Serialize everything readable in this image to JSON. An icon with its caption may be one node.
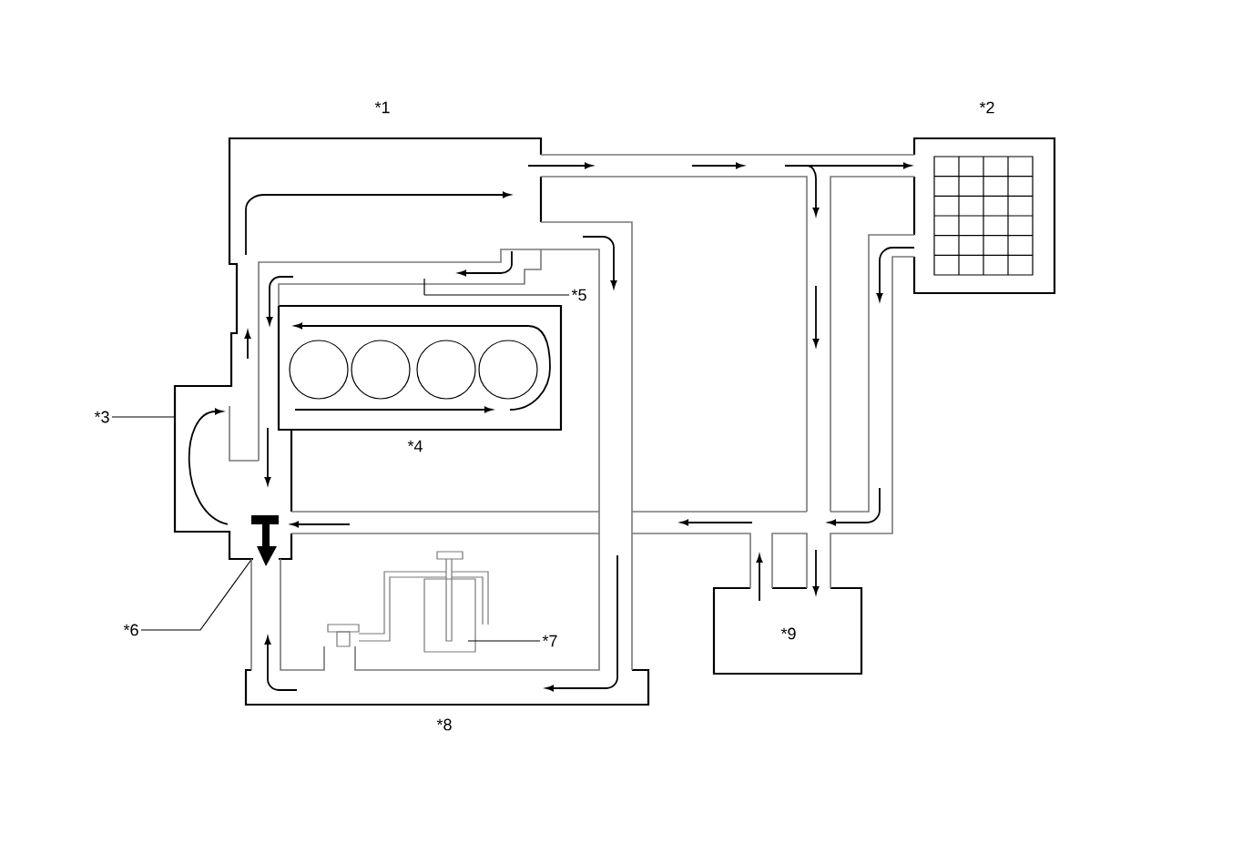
{
  "diagram": {
    "nodes": [
      {
        "text": [
          "*3"
        ]
      },
      {
        "text": [
          "*5"
        ]
      },
      {
        "text": [
          "*6"
        ]
      },
      {
        "text": [
          "*7"
        ]
      },
      {
        "text": [],
        "shape": "picture"
      }
    ],
    "edges": [
      {
        "from": 0,
        "to": null,
        "arrow": "none"
      },
      {
        "from": 1,
        "to": null,
        "arrow": "none"
      },
      {
        "from": 2,
        "to": 4,
        "arrow": "none"
      },
      {
        "from": 3,
        "to": null,
        "arrow": "none"
      }
    ],
    "labels": [
      "*1",
      "*2",
      "*4",
      "*8",
      "*9"
    ]
  }
}
